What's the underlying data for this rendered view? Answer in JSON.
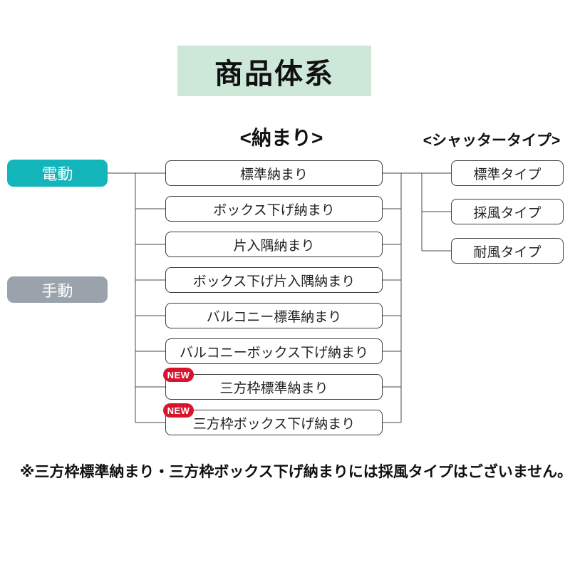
{
  "title": "商品体系",
  "headers": {
    "middle": "<納まり>",
    "right": "<シャッタータイプ>"
  },
  "drive_buttons": {
    "electric": {
      "label": "電動",
      "color": "#12b5ba"
    },
    "manual": {
      "label": "手動",
      "color": "#9aa3ab"
    }
  },
  "middle": {
    "boxes": [
      {
        "label": "標準納まり"
      },
      {
        "label": "ボックス下げ納まり"
      },
      {
        "label": "片入隅納まり"
      },
      {
        "label": "ボックス下げ片入隅納まり"
      },
      {
        "label": "バルコニー標準納まり"
      },
      {
        "label": "バルコニーボックス下げ納まり"
      },
      {
        "label": "三方枠標準納まり",
        "badge": "NEW"
      },
      {
        "label": "三方枠ボックス下げ納まり",
        "badge": "NEW"
      }
    ]
  },
  "right": {
    "boxes": [
      {
        "label": "標準タイプ"
      },
      {
        "label": "採風タイプ"
      },
      {
        "label": "耐風タイプ"
      }
    ]
  },
  "footnote": "※三方枠標準納まり・三方枠ボックス下げ納まりには採風タイプはございません。",
  "colors": {
    "title_bg": "#cde8d9",
    "electric_btn": "#12b5ba",
    "manual_btn": "#9aa3ab",
    "new_badge": "#d8142d",
    "connector_line": "#4a4a4a",
    "box_border": "#3d3d3d"
  }
}
